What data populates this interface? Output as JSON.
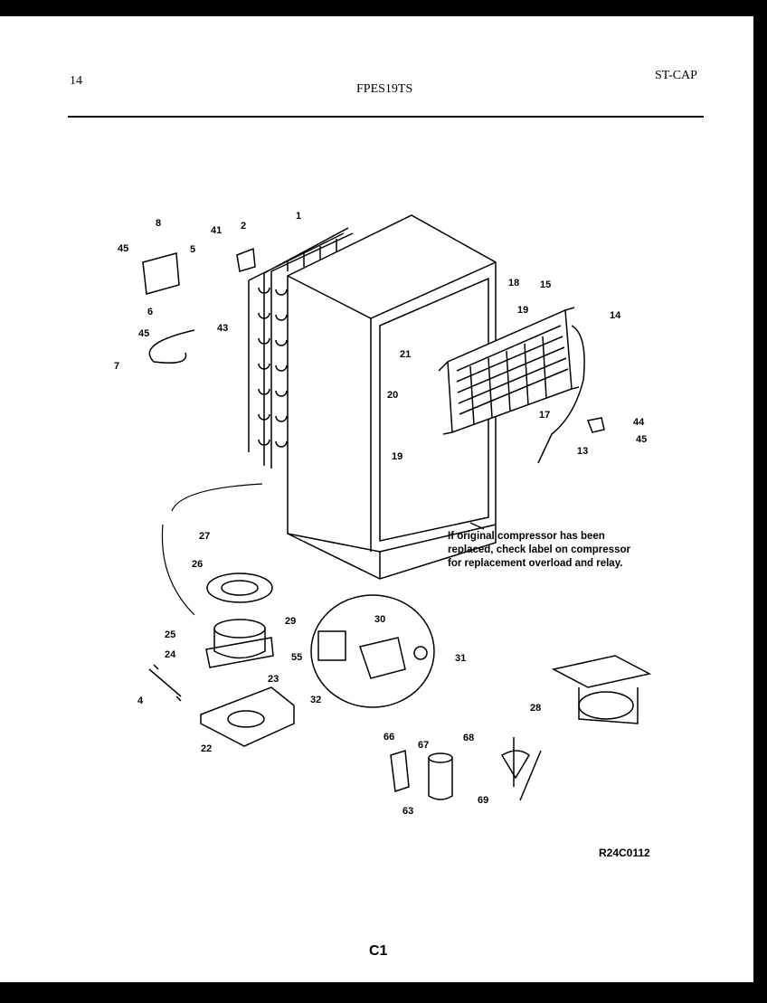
{
  "header": {
    "page_number": "14",
    "model": "FPES19TS",
    "section": "ST-CAP"
  },
  "diagram": {
    "part_labels": [
      "1",
      "2",
      "4",
      "5",
      "6",
      "7",
      "8",
      "13",
      "14",
      "15",
      "17",
      "18",
      "19",
      "19",
      "20",
      "21",
      "22",
      "23",
      "24",
      "25",
      "26",
      "27",
      "28",
      "29",
      "30",
      "31",
      "32",
      "41",
      "43",
      "44",
      "45",
      "45",
      "45",
      "55",
      "63",
      "66",
      "67",
      "68",
      "69"
    ]
  },
  "note": "If original compressor has been\nreplaced, check label on compressor\nfor replacement overload and relay.",
  "reference_code": "R24C0112",
  "footer": "C1"
}
